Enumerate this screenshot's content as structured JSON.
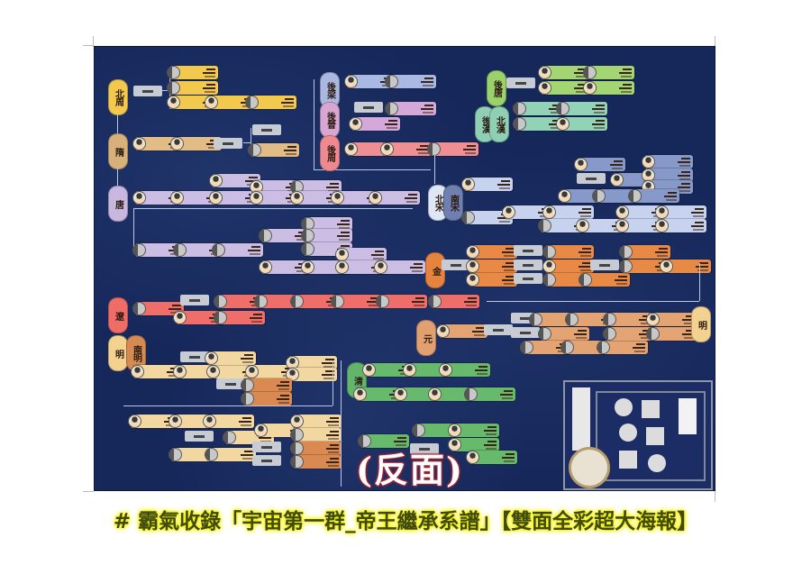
{
  "poster": {
    "title_badge": "(反面)",
    "caption": "# 霸氣收錄「宇宙第一群_帝王繼承系譜」【雙面全彩超大海報】",
    "background_color": "#16275a"
  },
  "dynasties": [
    {
      "label": "北周",
      "color": "#f2c94c"
    },
    {
      "label": "隋",
      "color": "#d8b07a"
    },
    {
      "label": "唐",
      "color": "#c9b7df"
    },
    {
      "label": "後梁",
      "color": "#aab8df"
    },
    {
      "label": "後晉",
      "color": "#d8a6d0"
    },
    {
      "label": "後周",
      "color": "#ee8a8f"
    },
    {
      "label": "後唐",
      "color": "#9bd16a"
    },
    {
      "label": "後漢",
      "color": "#8fd0b4"
    },
    {
      "label": "北漢",
      "color": "#8fd0b4"
    },
    {
      "label": "北宋",
      "color": "#dfe6f4"
    },
    {
      "label": "南宋",
      "color": "#6f7fb0"
    },
    {
      "label": "金",
      "color": "#e6833e"
    },
    {
      "label": "遼",
      "color": "#ef6d67"
    },
    {
      "label": "元",
      "color": "#e2a070"
    },
    {
      "label": "明",
      "color": "#f3d28f"
    },
    {
      "label": "南明",
      "color": "#d58a52"
    },
    {
      "label": "清",
      "color": "#62b56a"
    }
  ],
  "colors": {
    "zhou": "#f2c94c",
    "sui": "#e2bc85",
    "tang": "#cbbde3",
    "liang": "#aab9e3",
    "jin5": "#d4a8d9",
    "zhou5": "#ef8f94",
    "tang5": "#a3d673",
    "han5": "#92d3b8",
    "song": "#c6d2ee",
    "jin": "#e88a45",
    "liao": "#ef6e69",
    "yuan": "#e4a373",
    "ming": "#f3d7a0",
    "nanming": "#da8a50",
    "qing": "#67b96c",
    "connector_box": "#c7cbd4"
  }
}
